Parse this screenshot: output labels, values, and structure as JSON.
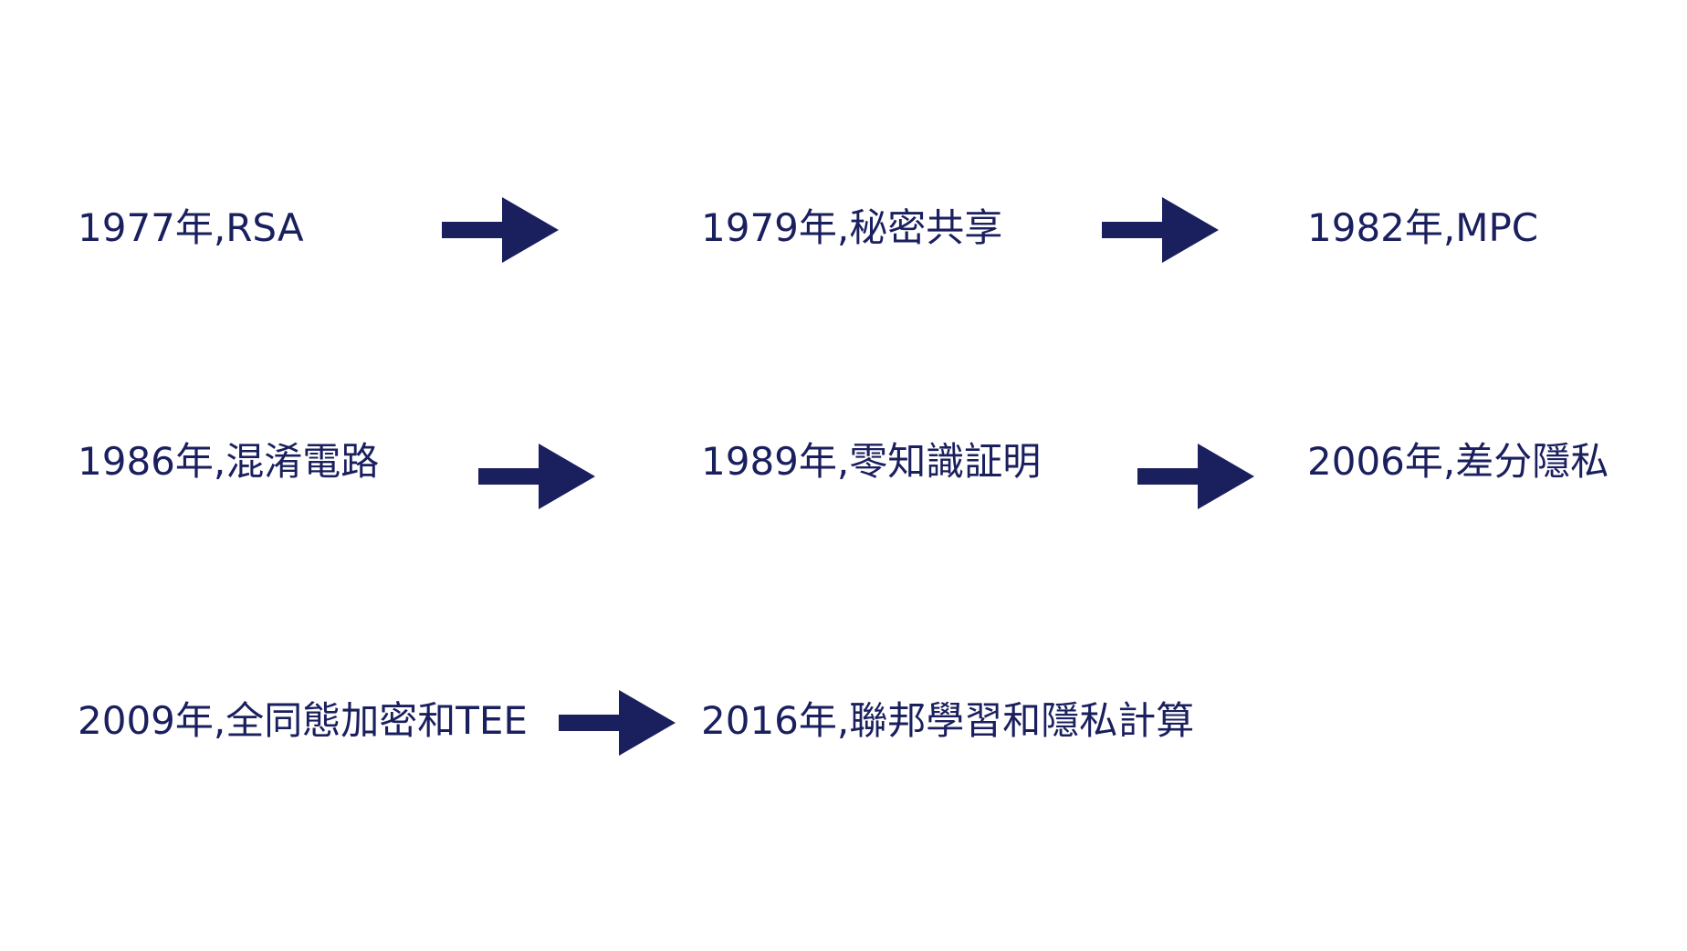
{
  "colors": {
    "text": "#1a1f5e",
    "arrow": "#1a1f5e",
    "background": "#ffffff"
  },
  "timeline": {
    "nodes": [
      {
        "id": "1977",
        "label": "1977年,RSA"
      },
      {
        "id": "1979",
        "label": "1979年,秘密共享"
      },
      {
        "id": "1982",
        "label": "1982年,MPC"
      },
      {
        "id": "1986",
        "label": "1986年,混淆電路"
      },
      {
        "id": "1989",
        "label": "1989年,零知識証明"
      },
      {
        "id": "2006",
        "label": "2006年,差分隱私"
      },
      {
        "id": "2009",
        "label": "2009年,全同態加密和TEE"
      },
      {
        "id": "2016",
        "label": "2016年,聯邦學習和隱私計算"
      }
    ],
    "arrows": [
      {
        "from": "1977",
        "to": "1979",
        "icon": "right-arrow-icon"
      },
      {
        "from": "1979",
        "to": "1982",
        "icon": "right-arrow-icon"
      },
      {
        "from": "1986",
        "to": "1989",
        "icon": "right-arrow-icon"
      },
      {
        "from": "1989",
        "to": "2006",
        "icon": "right-arrow-icon"
      },
      {
        "from": "2009",
        "to": "2016",
        "icon": "right-arrow-icon"
      }
    ]
  }
}
